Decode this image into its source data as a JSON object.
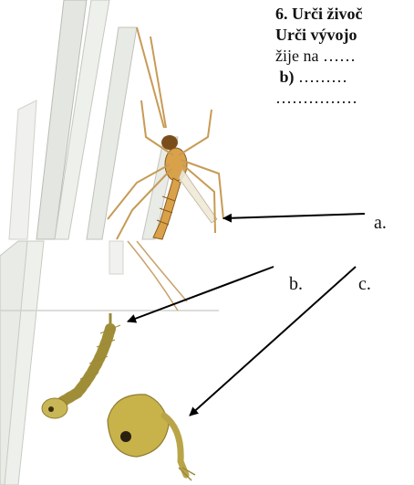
{
  "question": {
    "line1": "6. Urči živoč",
    "line2": "Urči vývojo",
    "line3": "žije na ……",
    "line4_letter": "b)",
    "line4_dots": " ………",
    "line5": "……………"
  },
  "labels": {
    "a": "a.",
    "b": "b.",
    "c": "c."
  },
  "colors": {
    "grass": "#c9ccc4",
    "mosquito_body": "#d9a24a",
    "mosquito_dark": "#8a5a1e",
    "larva": "#b9a548",
    "pupa": "#c8b24a",
    "arrow": "#000000"
  }
}
